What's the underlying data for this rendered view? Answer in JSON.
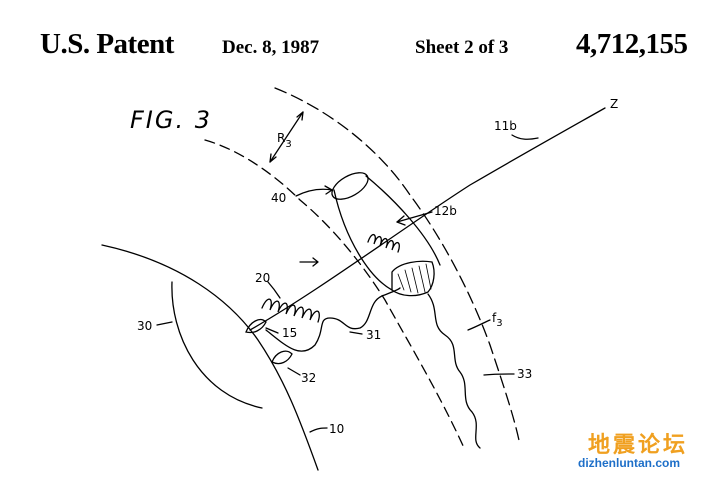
{
  "header": {
    "patent_label": "U.S. Patent",
    "date": "Dec. 8, 1987",
    "sheet": "Sheet 2 of 3",
    "patent_number": "4,712,155"
  },
  "figure": {
    "title": "FIG. 3",
    "labels": {
      "r3_main": "R",
      "r3_sub": "3",
      "z": "Z",
      "l11b": "11b",
      "l40": "40",
      "l12b": "12b",
      "l20": "20",
      "l30": "30",
      "l15": "15",
      "l31": "31",
      "f3_main": "f",
      "f3_sub": "3",
      "l32": "32",
      "l33": "33",
      "l10": "10"
    }
  },
  "watermark": {
    "chinese": "地震论坛",
    "url": "dizhenluntan.com"
  }
}
